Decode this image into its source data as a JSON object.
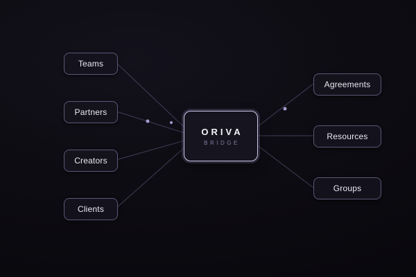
{
  "diagram": {
    "center": {
      "title": "ORIVA",
      "subtitle": "BRIDGE"
    },
    "left_nodes": [
      {
        "label": "Teams"
      },
      {
        "label": "Partners"
      },
      {
        "label": "Creators"
      },
      {
        "label": "Clients"
      }
    ],
    "right_nodes": [
      {
        "label": "Agreements"
      },
      {
        "label": "Resources"
      },
      {
        "label": "Groups"
      }
    ],
    "colors": {
      "background": "#0d0c12",
      "node_fill": "#15131d",
      "node_border": "#9892c2",
      "node_text": "#eae8f3",
      "center_border": "#ccc7e6",
      "center_title_text": "#f3f2f9",
      "center_subtitle_text": "#837d9f",
      "connector_line": "#6c6690",
      "connector_dot": "#a39dd0"
    }
  }
}
